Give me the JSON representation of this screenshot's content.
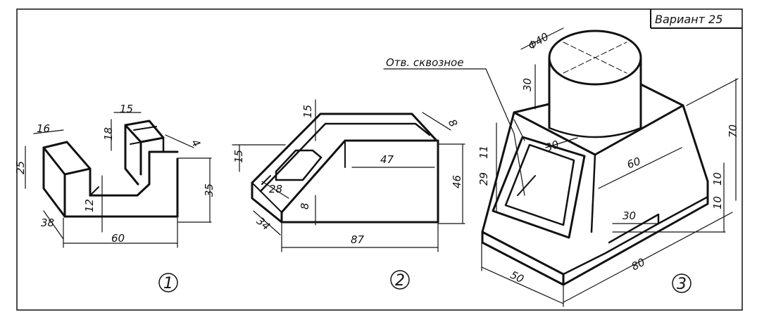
{
  "title": "Вариант 25",
  "through_hole_label": "Отв. сквозное",
  "parts": [
    {
      "number": "1",
      "dimensions": {
        "d16": "16",
        "d25": "25",
        "d15": "15",
        "d18": "18",
        "d4": "4",
        "d35": "35",
        "d12": "12",
        "d38": "38",
        "d60": "60"
      }
    },
    {
      "number": "2",
      "dimensions": {
        "d15a": "15",
        "d15b": "15",
        "d8a": "8",
        "d47": "47",
        "d46": "46",
        "d28": "28",
        "d8b": "8",
        "d34": "34",
        "d87": "87"
      }
    },
    {
      "number": "3",
      "dimensions": {
        "d40": "Φ40",
        "d30a": "30",
        "d30b": "30",
        "d11": "11",
        "d29": "29",
        "d60": "60",
        "d70": "70",
        "d10a": "10",
        "d10b": "10",
        "d30c": "30",
        "d80": "80",
        "d50": "50"
      }
    }
  ]
}
